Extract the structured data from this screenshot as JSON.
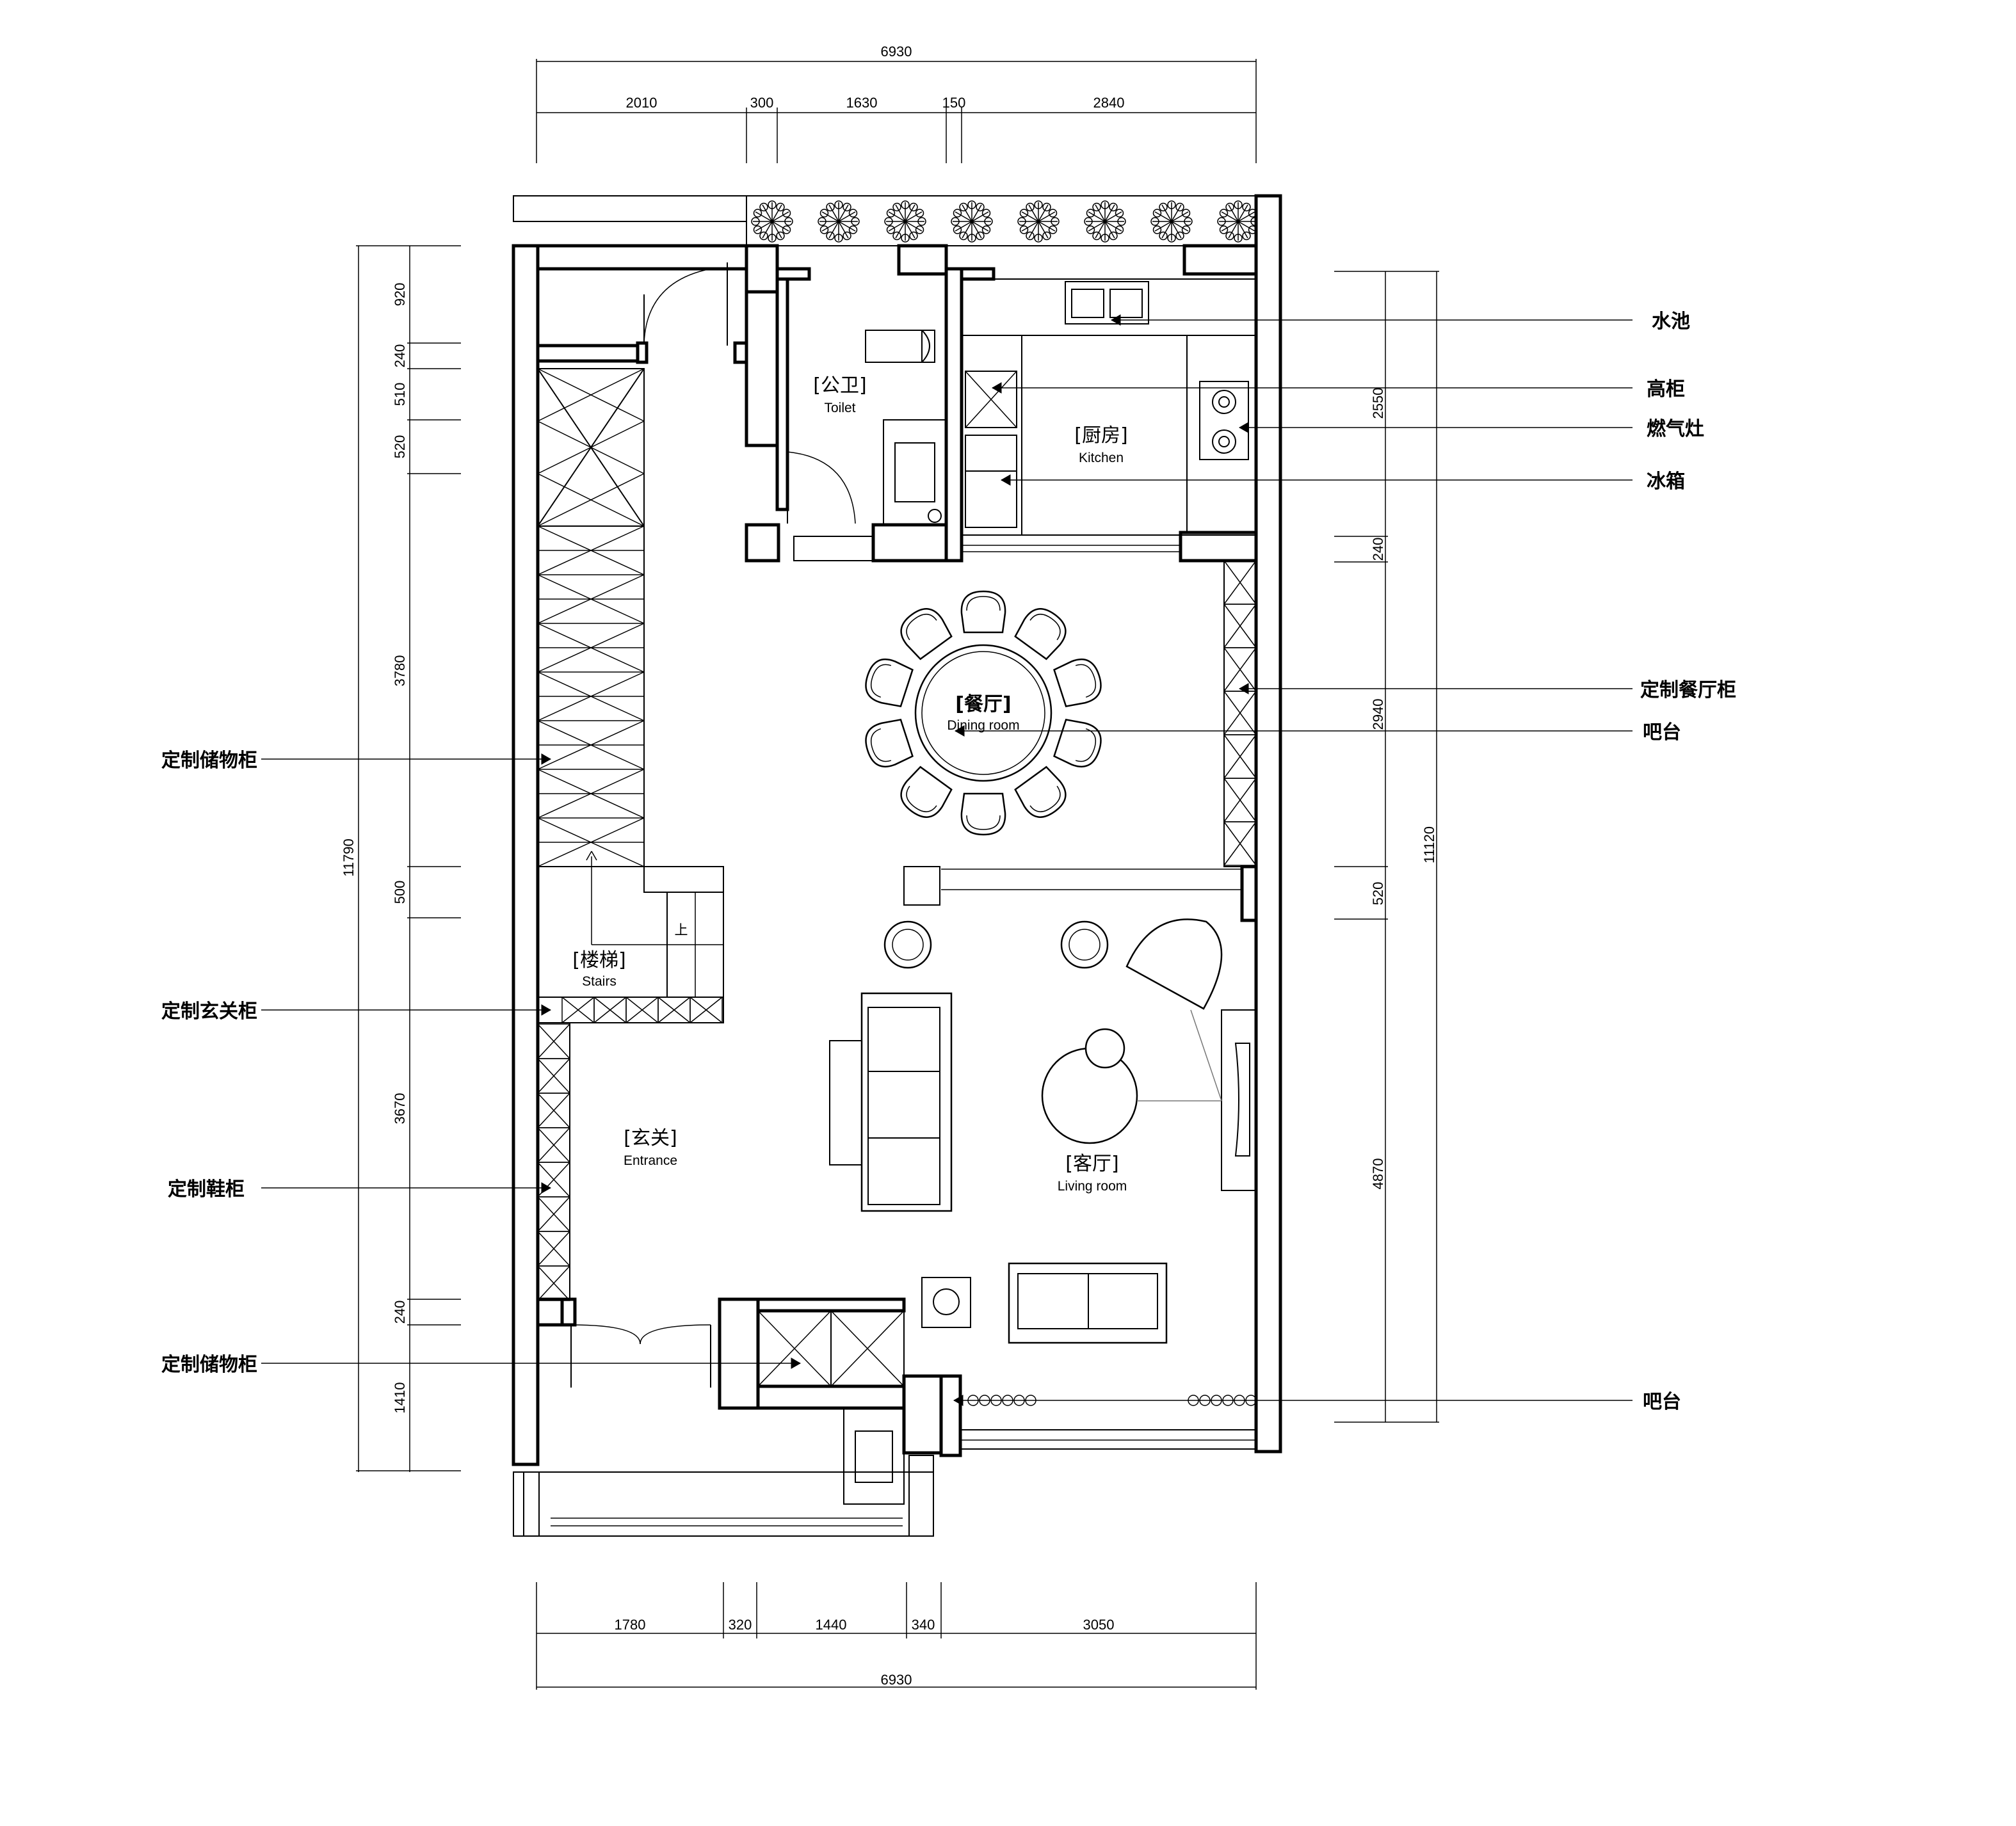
{
  "dimensions": {
    "top_total": "6930",
    "top_segments": [
      "2010",
      "300",
      "1630",
      "150",
      "2840"
    ],
    "bottom_total": "6930",
    "bottom_segments": [
      "1780",
      "320",
      "1440",
      "340",
      "3050"
    ],
    "left_total": "11790",
    "left_segments": [
      "920",
      "240",
      "510",
      "520",
      "3780",
      "500",
      "3670",
      "240",
      "1410"
    ],
    "right_total": "11120",
    "right_segments": [
      "2550",
      "240",
      "2940",
      "520",
      "4870"
    ]
  },
  "rooms": {
    "toilet": {
      "cn": "[公卫]",
      "en": "Toilet"
    },
    "kitchen": {
      "cn": "[厨房]",
      "en": "Kitchen"
    },
    "dining": {
      "cn": "[餐厅]",
      "en": "Dining room"
    },
    "stairs": {
      "cn": "[楼梯]",
      "en": "Stairs",
      "up": "上"
    },
    "entrance": {
      "cn": "[玄关]",
      "en": "Entrance"
    },
    "living": {
      "cn": "[客厅]",
      "en": "Living room"
    }
  },
  "annotations_right": [
    "水池",
    "高柜",
    "燃气灶",
    "冰箱",
    "定制餐厅柜",
    "吧台",
    "吧台"
  ],
  "annotations_left": [
    "定制储物柜",
    "定制玄关柜",
    "定制鞋柜",
    "定制储物柜"
  ]
}
